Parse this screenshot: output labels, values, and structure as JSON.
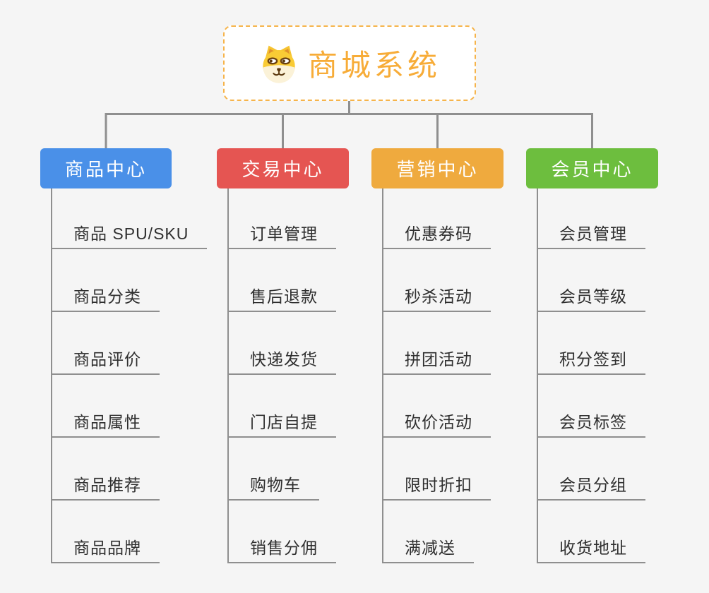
{
  "app": {
    "type": "mindmap-org-chart",
    "background": "#f5f5f5"
  },
  "connectors": {
    "color": "#8f8f8f"
  },
  "root": {
    "title": "商城系统",
    "icon": "doge-icon",
    "bg": "#ffffff",
    "border_color": "#f6b44b",
    "text_color": "#f7ac38"
  },
  "children_text_color": "#2f2f2f",
  "branches": [
    {
      "label": "商品中心",
      "color": "#4a90e8",
      "children": [
        "商品 SPU/SKU",
        "商品分类",
        "商品评价",
        "商品属性",
        "商品推荐",
        "商品品牌"
      ]
    },
    {
      "label": "交易中心",
      "color": "#e55552",
      "children": [
        "订单管理",
        "售后退款",
        "快递发货",
        "门店自提",
        "购物车",
        "销售分佣"
      ]
    },
    {
      "label": "营销中心",
      "color": "#efaa3e",
      "children": [
        "优惠券码",
        "秒杀活动",
        "拼团活动",
        "砍价活动",
        "限时折扣",
        "满减送"
      ]
    },
    {
      "label": "会员中心",
      "color": "#6dbe3e",
      "children": [
        "会员管理",
        "会员等级",
        "积分签到",
        "会员标签",
        "会员分组",
        "收货地址"
      ]
    }
  ]
}
